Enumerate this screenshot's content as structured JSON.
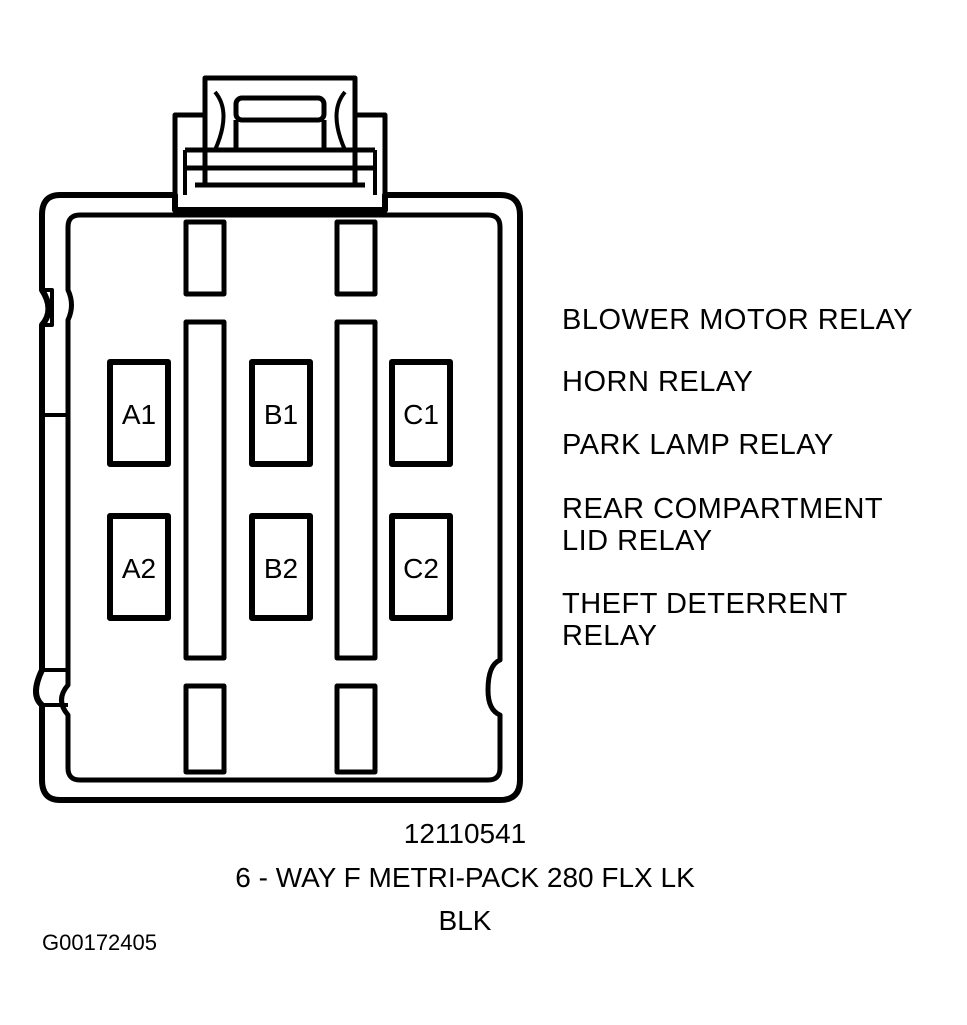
{
  "connector": {
    "terminals": [
      {
        "id": "a1",
        "label": "A1"
      },
      {
        "id": "b1",
        "label": "B1"
      },
      {
        "id": "c1",
        "label": "C1"
      },
      {
        "id": "a2",
        "label": "A2"
      },
      {
        "id": "b2",
        "label": "B2"
      },
      {
        "id": "c2",
        "label": "C2"
      }
    ]
  },
  "legend": [
    {
      "line1": "BLOWER MOTOR RELAY",
      "line2": ""
    },
    {
      "line1": "HORN RELAY",
      "line2": ""
    },
    {
      "line1": "PARK LAMP RELAY",
      "line2": ""
    },
    {
      "line1": "REAR COMPARTMENT",
      "line2": "LID RELAY"
    },
    {
      "line1": "THEFT DETERRENT",
      "line2": "RELAY"
    }
  ],
  "caption": {
    "part_number": "12110541",
    "description": "6 - WAY F METRI-PACK 280 FLX LK",
    "color": "BLK"
  },
  "figure_code": "G00172405"
}
